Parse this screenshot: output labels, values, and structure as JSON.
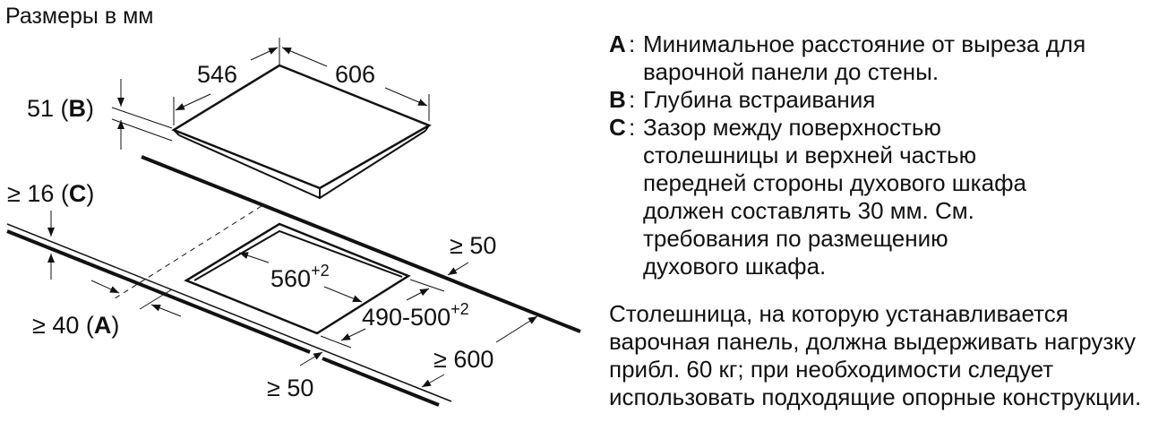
{
  "title": "Размеры в мм",
  "dimensions": {
    "hob_depth": "546",
    "hob_width": "606",
    "install_depth": "51",
    "install_depth_key": "B",
    "gap": "≥ 16",
    "gap_key": "C",
    "wall_distance": "≥ 40",
    "wall_distance_key": "A",
    "cutout_width": "560",
    "cutout_width_tol": "+2",
    "cutout_depth": "490-500",
    "cutout_depth_tol": "+2",
    "back_margin": "≥ 50",
    "front_margin": "≥ 50",
    "worktop_depth": "≥ 600"
  },
  "notes": [
    {
      "key": "A",
      "text": "Минимальное расстояние от выреза для варочной панели до стены."
    },
    {
      "key": "B",
      "text": "Глубина встраивания"
    },
    {
      "key": "C",
      "text": "Зазор между поверхностью столешницы и верхней частью передней стороны духового шкафа должен составлять 30 мм. См. требования по размещению духового шкафа."
    }
  ],
  "paragraph": "Столешница, на которую устанавливается варочная панель, должна выдерживать нагрузку прибл. 60 кг; при необходимости следует использовать подходящие опорные конструкции."
}
